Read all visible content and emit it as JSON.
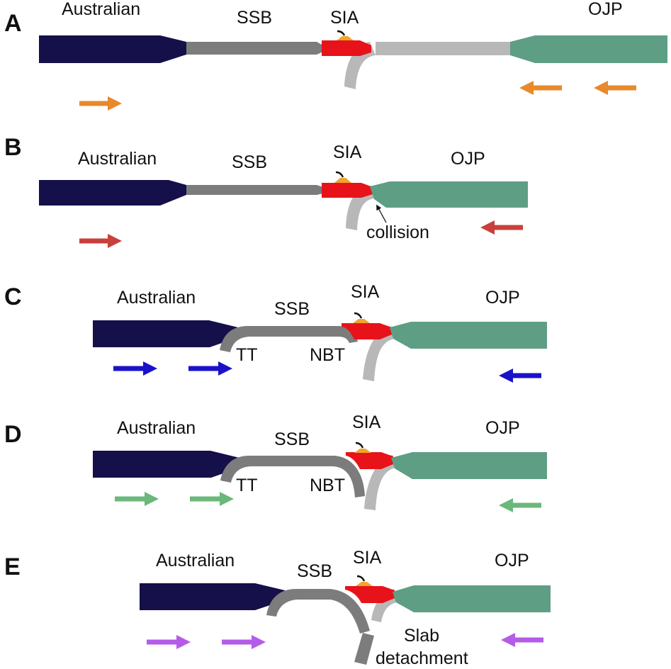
{
  "panels": [
    {
      "letter": "A",
      "labels": {
        "australian": "Australian",
        "ssb": "SSB",
        "sia": "SIA",
        "ojp": "OJP"
      },
      "arrow_color": "#e8892b"
    },
    {
      "letter": "B",
      "labels": {
        "australian": "Australian",
        "ssb": "SSB",
        "sia": "SIA",
        "ojp": "OJP",
        "collision": "collision"
      },
      "arrow_color": "#c8403b"
    },
    {
      "letter": "C",
      "labels": {
        "australian": "Australian",
        "ssb": "SSB",
        "sia": "SIA",
        "ojp": "OJP",
        "tt": "TT",
        "nbt": "NBT"
      },
      "arrow_color": "#1a12c8"
    },
    {
      "letter": "D",
      "labels": {
        "australian": "Australian",
        "ssb": "SSB",
        "sia": "SIA",
        "ojp": "OJP",
        "tt": "TT",
        "nbt": "NBT"
      },
      "arrow_color": "#6ab87a"
    },
    {
      "letter": "E",
      "labels": {
        "australian": "Australian",
        "ssb": "SSB",
        "sia": "SIA",
        "ojp": "OJP",
        "slab": "Slab",
        "detachment": "detachment"
      },
      "arrow_color": "#b45ce8"
    }
  ],
  "colors": {
    "australian": "#150f4a",
    "ssb": "#7c7c7c",
    "slab_light": "#b8b8b8",
    "sia": "#e8121a",
    "volcano": "#f0a62a",
    "ojp": "#5e9e84"
  },
  "icons": [
    "arrow-right-icon",
    "arrow-left-icon",
    "volcano-icon"
  ]
}
